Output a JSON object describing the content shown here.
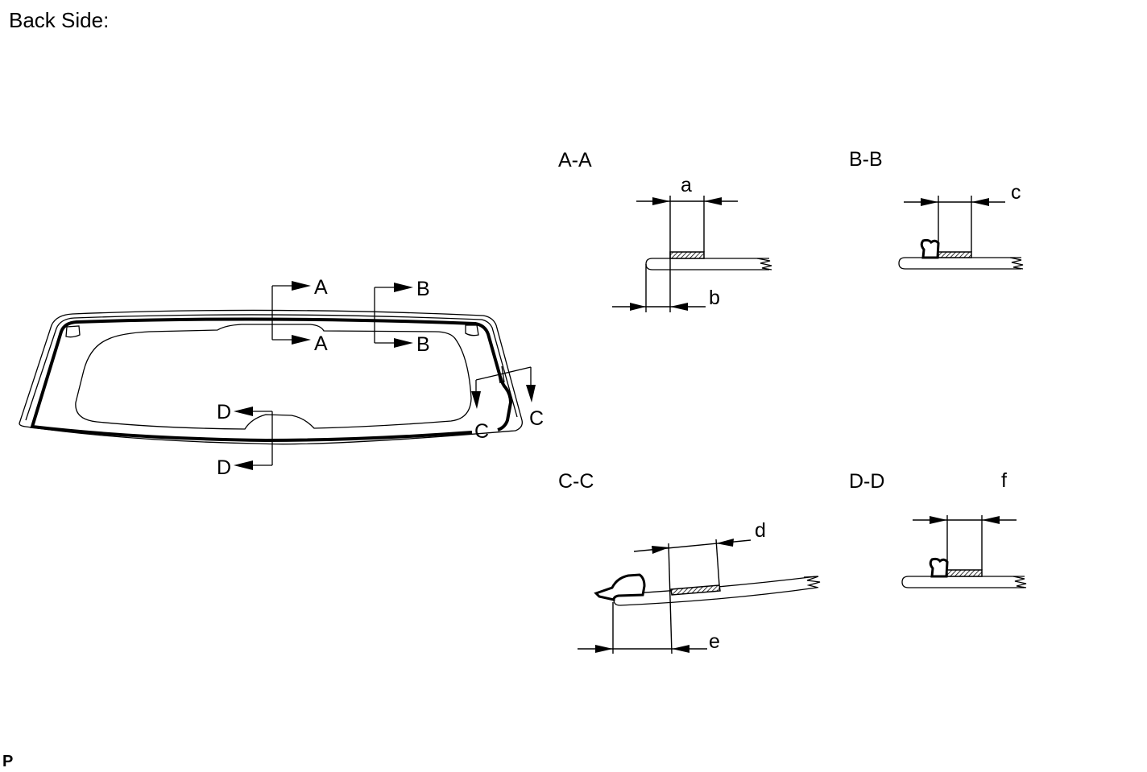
{
  "title": "Back Side:",
  "footer_code": "P",
  "cutting_planes": {
    "a_top": "A",
    "a_bottom": "A",
    "b_top": "B",
    "b_bottom": "B",
    "c_left": "C",
    "c_right": "C",
    "d_top": "D",
    "d_bottom": "D"
  },
  "sections": {
    "aa": {
      "title": "A-A",
      "dims": [
        "a",
        "b"
      ]
    },
    "bb": {
      "title": "B-B",
      "dims": [
        "c"
      ]
    },
    "cc": {
      "title": "C-C",
      "dims": [
        "d",
        "e"
      ]
    },
    "dd": {
      "title": "D-D",
      "dims": [
        "f"
      ]
    }
  },
  "colors": {
    "ink": "#000000",
    "background": "#ffffff"
  }
}
